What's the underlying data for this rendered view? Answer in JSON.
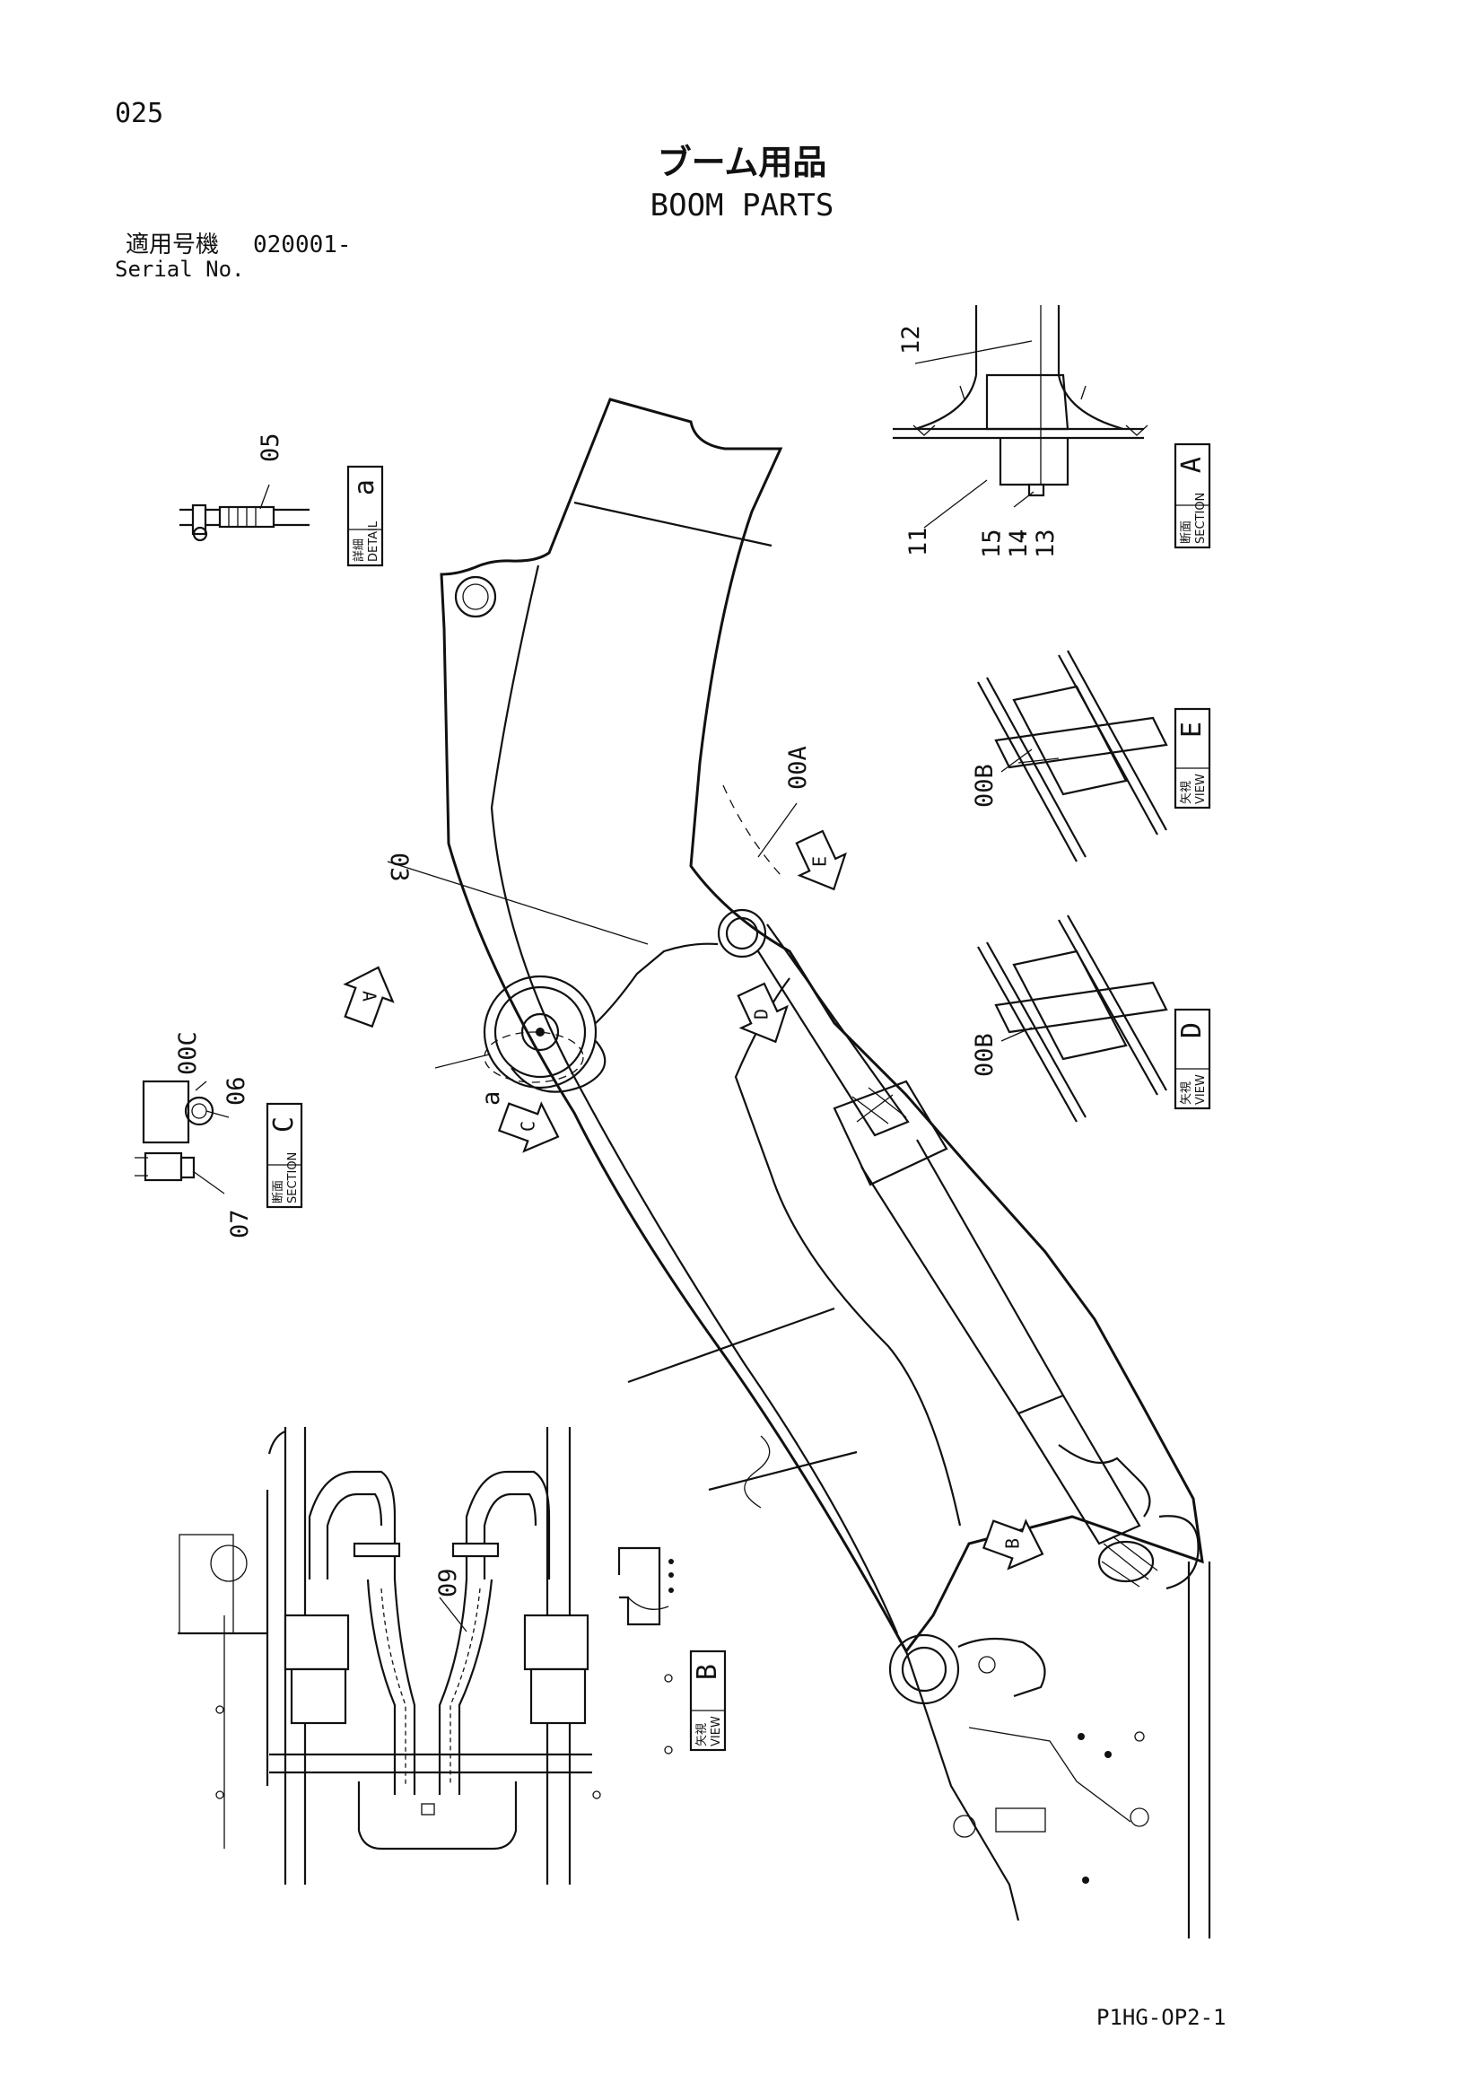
{
  "header": {
    "page_number": "025",
    "title_jp": "ブーム用品",
    "title_en": "BOOM PARTS",
    "serial_label_jp": "適用号機",
    "serial_value": "020001-",
    "serial_label_en": "Serial No."
  },
  "footer": {
    "doc_code": "P1HG-OP2-1"
  },
  "callouts": {
    "p00A": "00A",
    "p00B_e": "00B",
    "p00B_d": "00B",
    "p00C": "00C",
    "p03": "03",
    "p05": "05",
    "p06": "06",
    "p07": "07",
    "p09": "09",
    "p11": "11",
    "p12": "12",
    "p13": "13",
    "p14": "14",
    "p15": "15",
    "detail_a_mark": "a"
  },
  "view_labels": {
    "detail_a": {
      "jp": "詳細",
      "en": "DETAIL",
      "letter": "a"
    },
    "section_a": {
      "jp": "断面",
      "en": "SECTION",
      "letter": "A"
    },
    "view_e": {
      "jp": "矢視",
      "en": "VIEW",
      "letter": "E"
    },
    "view_d": {
      "jp": "矢視",
      "en": "VIEW",
      "letter": "D"
    },
    "section_c": {
      "jp": "断面",
      "en": "SECTION",
      "letter": "C"
    },
    "view_b": {
      "jp": "矢視",
      "en": "VIEW",
      "letter": "B"
    }
  },
  "arrow_markers": {
    "A": "A",
    "B": "B",
    "C": "C",
    "D": "D",
    "E": "E"
  }
}
